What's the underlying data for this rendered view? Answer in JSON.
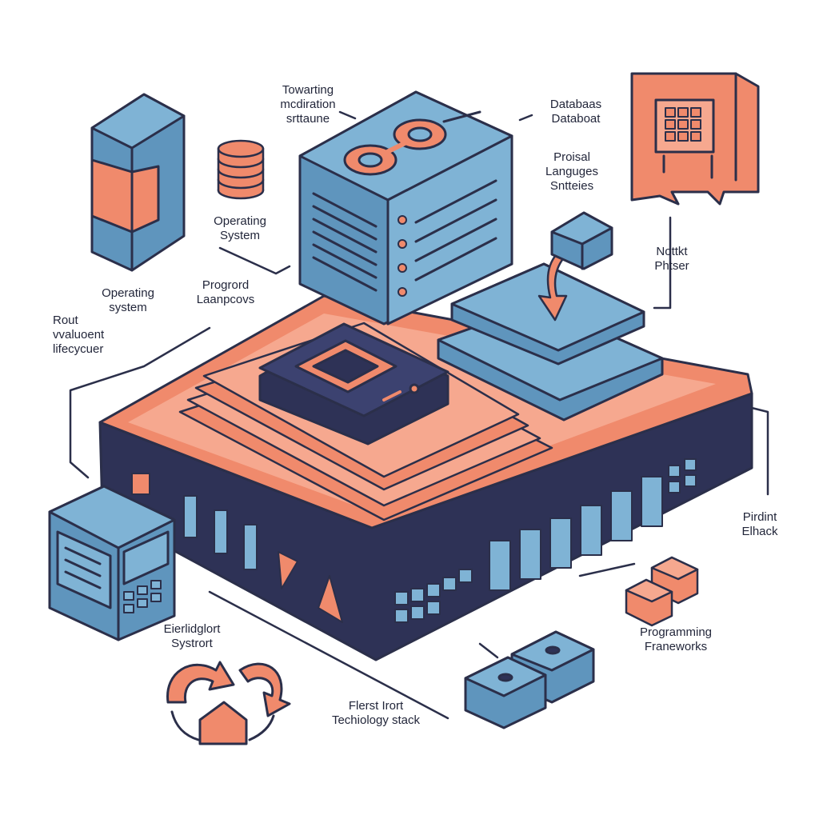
{
  "colors": {
    "ink": "#2b2f4a",
    "blue": "#7fb3d5",
    "blue_dark": "#5f95bd",
    "coral": "#f08a6c",
    "coral_light": "#f6a88f",
    "navy": "#2e3256",
    "background": "#ffffff"
  },
  "labels": {
    "towarting": [
      "Towarting",
      "mcdiration",
      "srttaune"
    ],
    "databas": [
      "Databaas",
      "Databoat"
    ],
    "proisal": [
      "Proisal",
      "Languges",
      "Sntteies"
    ],
    "op_system_top": [
      "Operating",
      "System"
    ],
    "nottkt": [
      "Nottkt",
      "Phtser"
    ],
    "op_system_left": [
      "Operating",
      "system"
    ],
    "progrord": [
      "Progrord",
      "Laanpcovs"
    ],
    "rout": [
      "Rout",
      "vvaluoent",
      "lifecycuer"
    ],
    "pirdint": [
      "Pirdint",
      "Elhack"
    ],
    "eierlidglort": [
      "Eierlidglort",
      "Systrort"
    ],
    "programming": [
      "Programming",
      "Franeworks"
    ],
    "flerst": [
      "Flerst Irort",
      "Techiology stack"
    ]
  },
  "icons": [
    "server-tower-icon",
    "coin-stack-icon",
    "server-cube-icon",
    "small-cube-icon",
    "tablet-chart-icon",
    "platform-base",
    "cpu-chip-icon",
    "layer-stack-icon",
    "computer-case-icon",
    "refresh-arrows-icon",
    "brick-blocks-icon",
    "disk-modules-icon"
  ]
}
